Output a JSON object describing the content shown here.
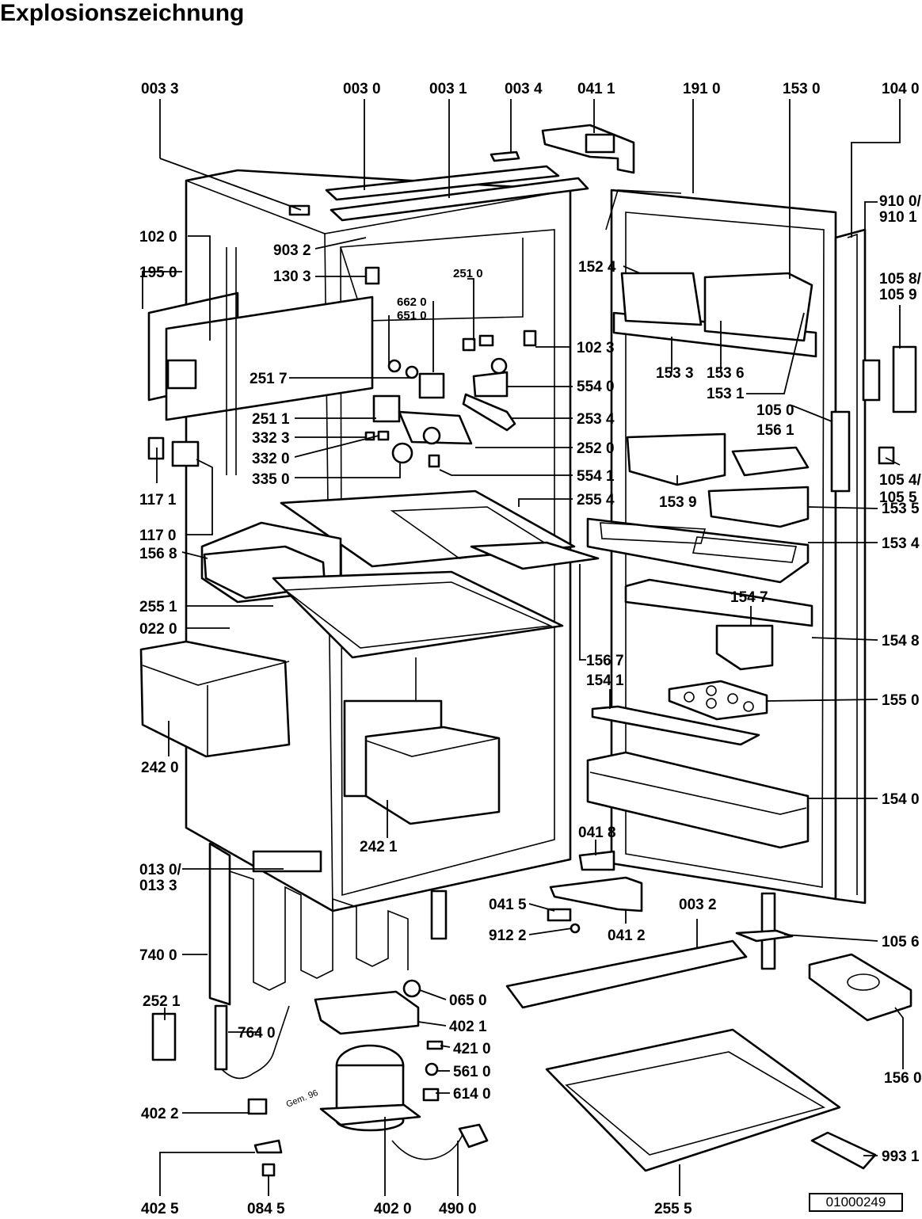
{
  "title": "Explosionszeichnung",
  "document_number": "01000249",
  "signature_mark": "Gem. 96",
  "colors": {
    "ink": "#000000",
    "paper": "#ffffff"
  },
  "part_labels": [
    "003 3",
    "003 0",
    "003 1",
    "003 4",
    "041 1",
    "191 0",
    "153 0",
    "104 0",
    "910 0/",
    "910 1",
    "102 0",
    "903 2",
    "195 0",
    "130 3",
    "251 0",
    "152 4",
    "105 8/",
    "105 9",
    "662 0",
    "651 0",
    "102 3",
    "251 7",
    "554 0",
    "153 3",
    "153 6",
    "153 1",
    "251 1",
    "253 4",
    "105 0",
    "156 1",
    "332 3",
    "252 0",
    "332 0",
    "554 1",
    "105 4/",
    "105 5",
    "335 0",
    "153 9",
    "117 1",
    "255 4",
    "153 5",
    "117 0",
    "153 4",
    "156 8",
    "154 7",
    "255 1",
    "154 8",
    "022 0",
    "156 7",
    "154 1",
    "155 0",
    "242 0",
    "154 0",
    "242 1",
    "041 8",
    "013 0/",
    "013 3",
    "041 5",
    "003 2",
    "912 2",
    "041 2",
    "105 6",
    "740 0",
    "065 0",
    "252 1",
    "402 1",
    "764 0",
    "421 0",
    "561 0",
    "156 0",
    "614 0",
    "402 2",
    "993 1",
    "402 5",
    "084 5",
    "402 0",
    "490 0",
    "255 5"
  ]
}
